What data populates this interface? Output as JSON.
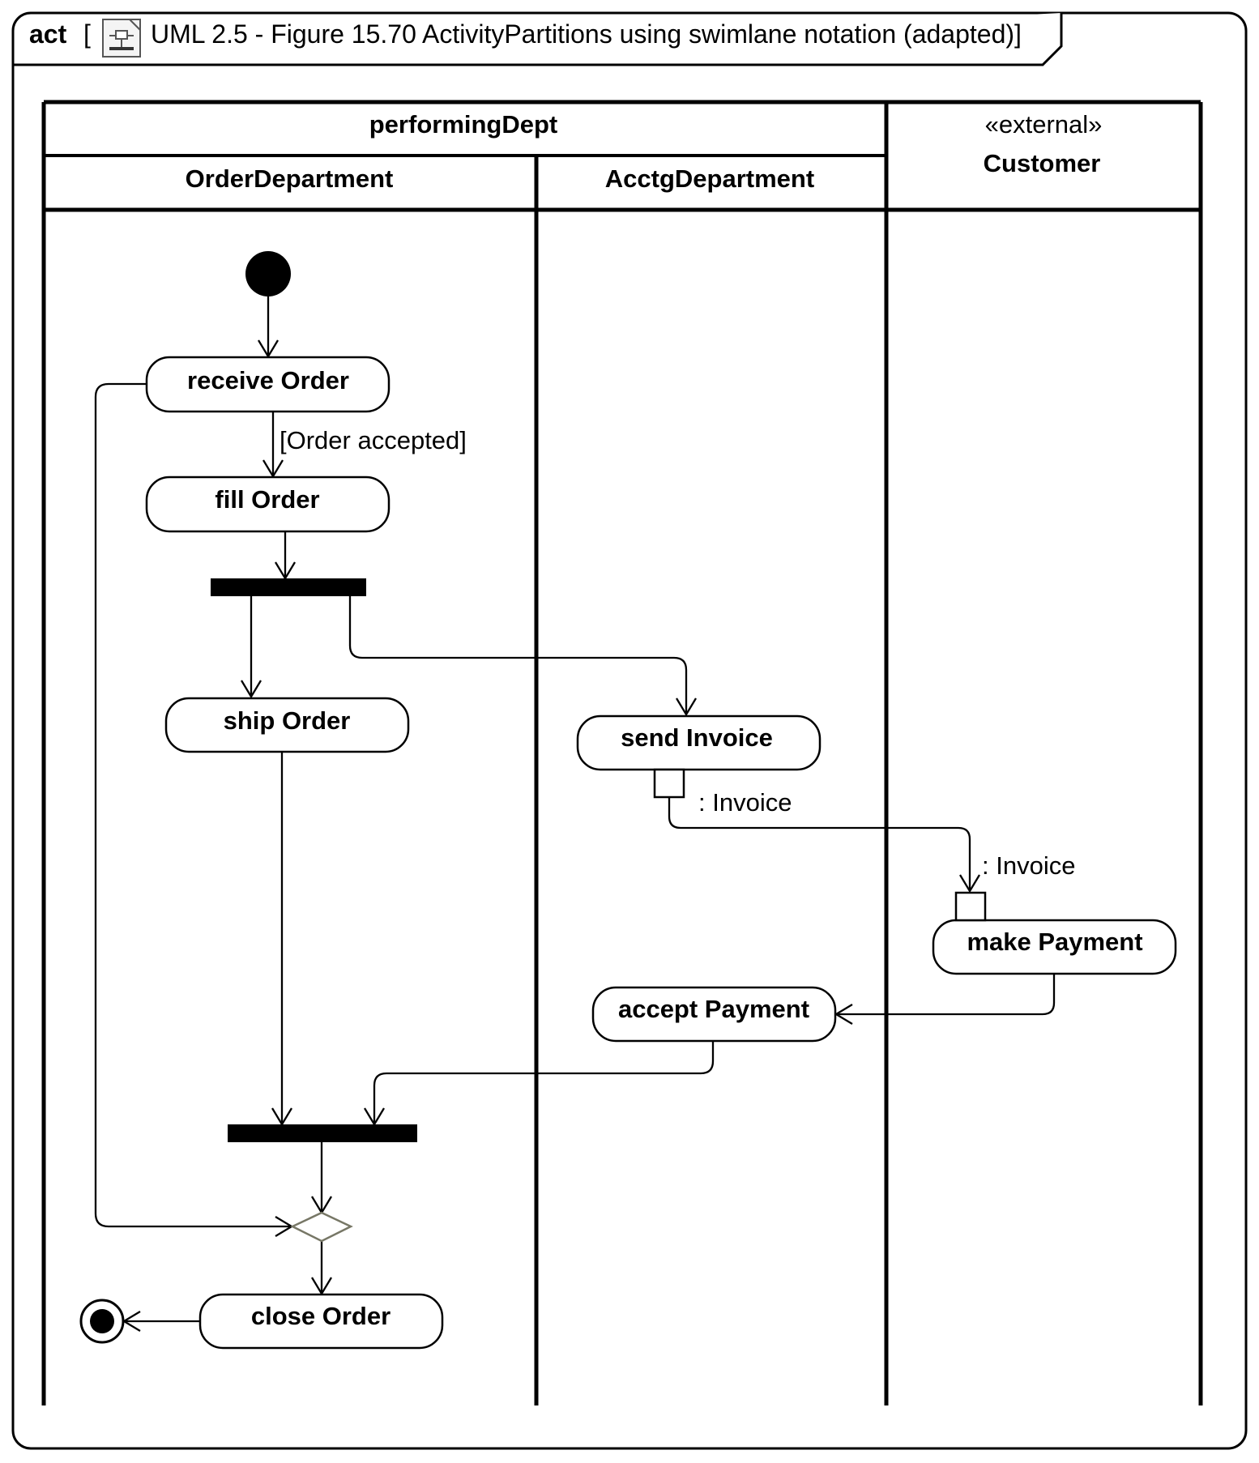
{
  "frame": {
    "keyword": "act",
    "bracket_open": "[",
    "title": "UML 2.5 - Figure 15.70 ActivityPartitions using swimlane notation (adapted)]",
    "icon": "activity-diagram-icon"
  },
  "partitions": {
    "parent": "performingDept",
    "order_dept": "OrderDepartment",
    "acctg_dept": "AcctgDepartment",
    "customer_stereotype": "«external»",
    "customer": "Customer"
  },
  "actions": {
    "receive_order": "receive Order",
    "fill_order": "fill Order",
    "ship_order": "ship Order",
    "send_invoice": "send Invoice",
    "make_payment": "make Payment",
    "accept_payment": "accept Payment",
    "close_order": "close Order"
  },
  "labels": {
    "guard_order_accepted": "[Order accepted]",
    "output_pin_invoice": ": Invoice",
    "input_pin_invoice": ": Invoice"
  }
}
